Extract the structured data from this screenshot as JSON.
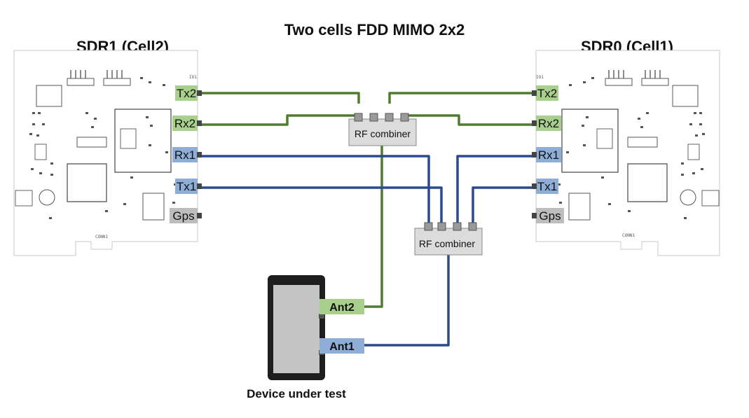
{
  "title": "Two cells FDD MIMO 2x2",
  "sdr_left": {
    "title": "SDR1 (Cell2)",
    "ports": [
      "Tx2",
      "Rx2",
      "Rx1",
      "Tx1",
      "Gps"
    ]
  },
  "sdr_right": {
    "title": "SDR0 (Cell1)",
    "ports": [
      "Tx2",
      "Rx2",
      "Rx1",
      "Tx1",
      "Gps"
    ]
  },
  "combiner_top": {
    "label": "RF combiner"
  },
  "combiner_bottom": {
    "label": "RF combiner"
  },
  "device": {
    "label": "Device under test",
    "ant2": "Ant2",
    "ant1": "Ant1"
  },
  "colors": {
    "mimo2_line": "#4e7d2f",
    "mimo1_line": "#2b4a8f",
    "port_green": "#a9cf8c",
    "port_blue": "#8eaed8",
    "port_gray": "#bdbdbd",
    "combiner_fill": "#dcdcdc"
  }
}
